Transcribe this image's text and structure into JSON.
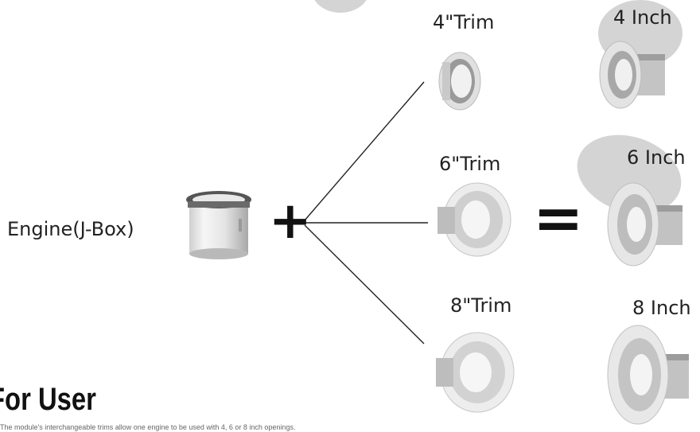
{
  "engine": {
    "label": "Engine(J-Box)"
  },
  "operators": {
    "plus": "+",
    "equals": "="
  },
  "trims": [
    {
      "label": "4\"Trim"
    },
    {
      "label": "6\"Trim"
    },
    {
      "label": "8\"Trim"
    }
  ],
  "results": [
    {
      "label": "4 Inch"
    },
    {
      "label": "6 Inch"
    },
    {
      "label": "8 Inch"
    }
  ],
  "heading": {
    "text": "For User"
  },
  "caption": {
    "text": "The module's interchangeable trims allow one engine to be used with 4, 6 or 8 inch openings."
  }
}
